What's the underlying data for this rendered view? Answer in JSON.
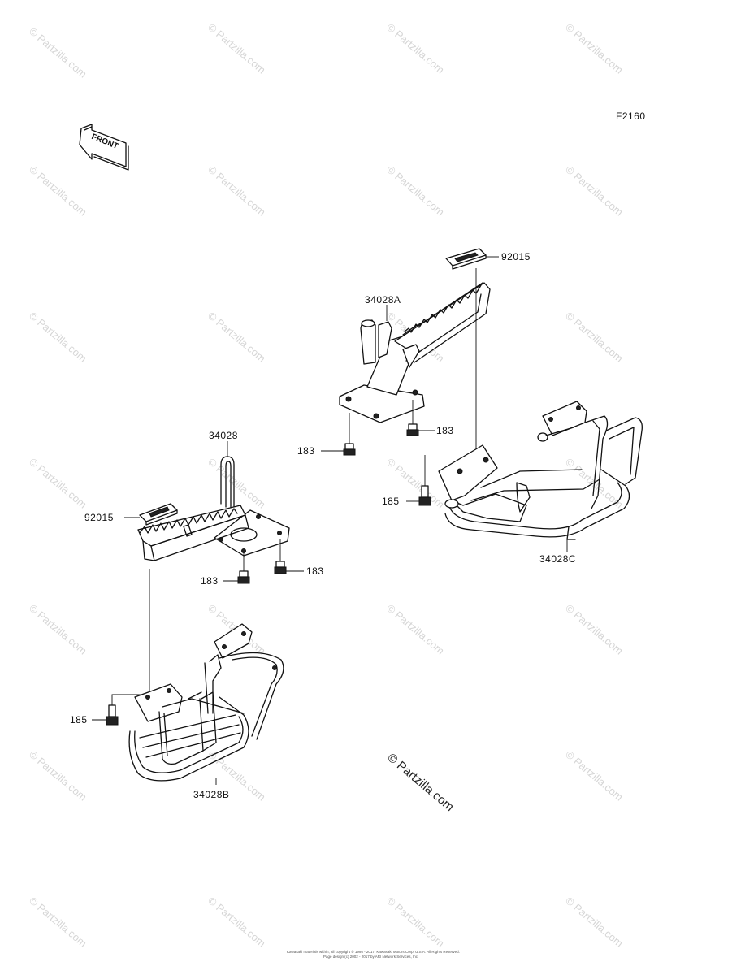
{
  "figure_code": "F2160",
  "front_arrow_text": "FRONT",
  "watermark_text": "© Partzilla.com",
  "center_watermark_text": "© Partzilla.com",
  "copyright_lines": [
    "Kawasaki materials within, all copyright © 1995 - 2017, Kawasaki Motors Corp, U.S.A. All Rights Reserved.",
    "Page design (c) 2002 - 2017 by ARI Network Services, Inc."
  ],
  "callouts": {
    "p92015_top": "92015",
    "p34028A": "34028A",
    "p183_right_a": "183",
    "p183_right_b": "183",
    "p185_right": "185",
    "p34028C": "34028C",
    "p34028": "34028",
    "p92015_left": "92015",
    "p183_left_a": "183",
    "p183_left_b": "183",
    "p185_left": "185",
    "p34028B": "34028B"
  }
}
